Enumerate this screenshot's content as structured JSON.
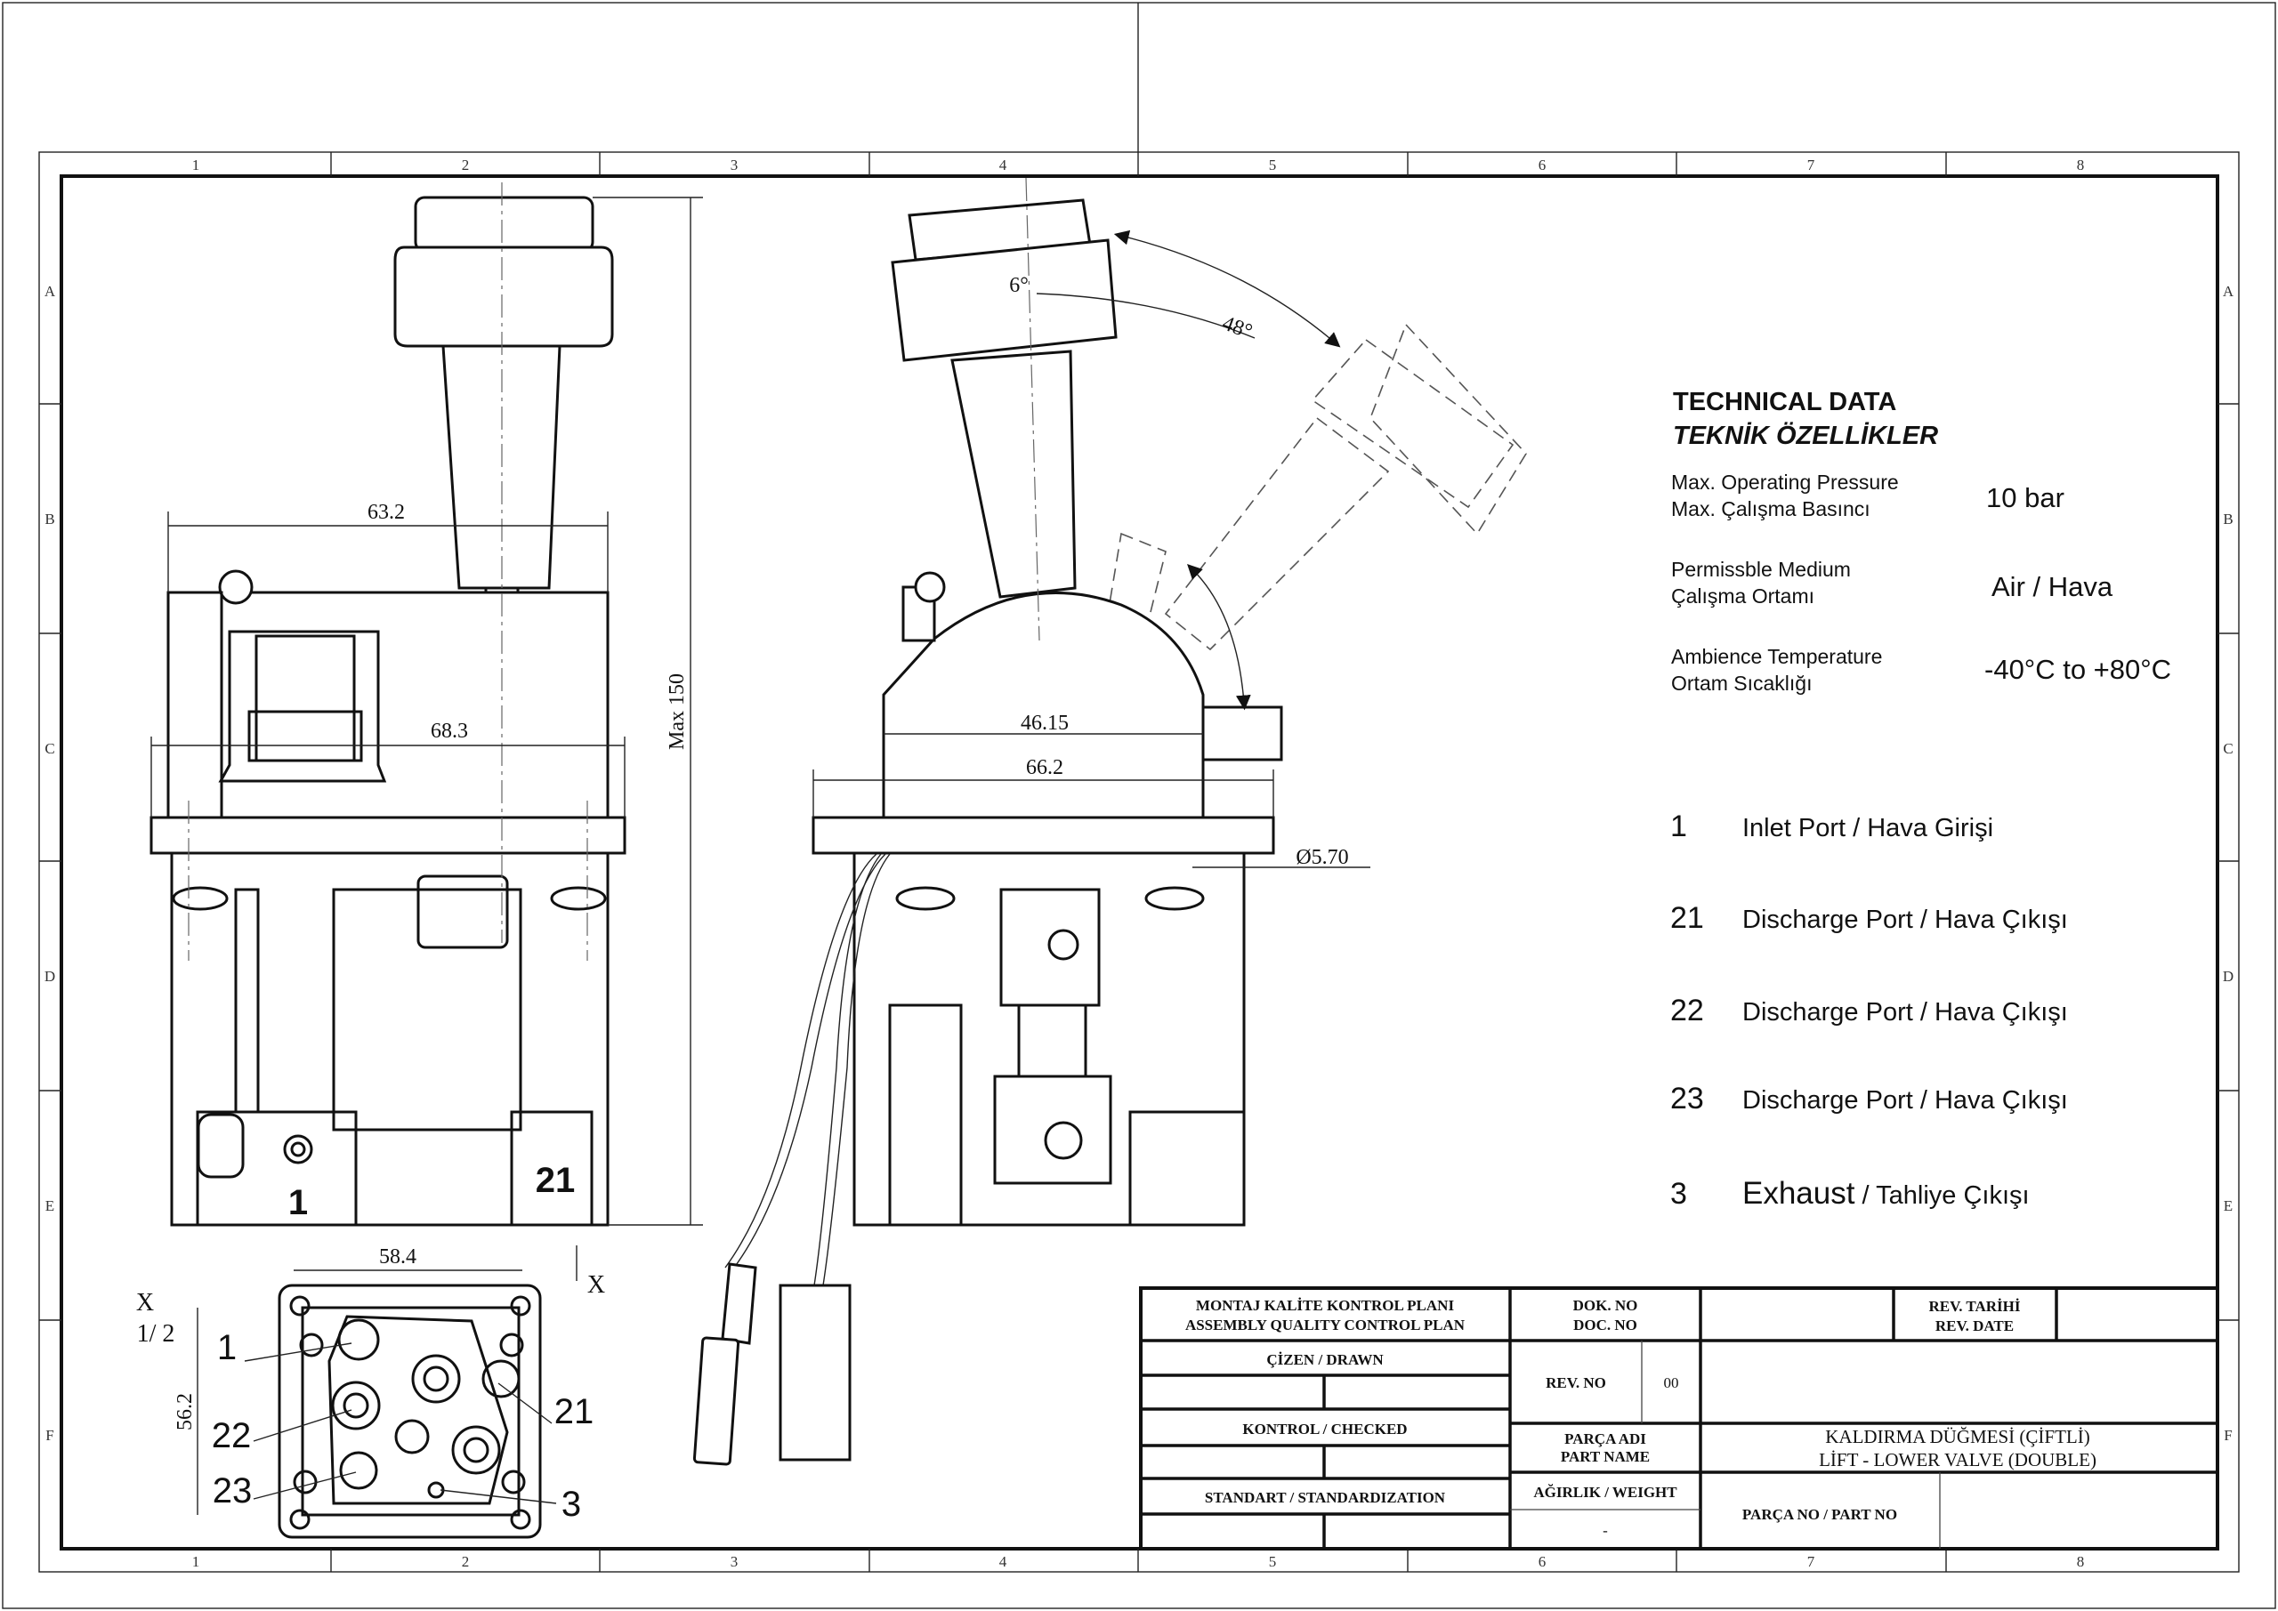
{
  "grid": {
    "columns": [
      "1",
      "2",
      "3",
      "4",
      "5",
      "6",
      "7",
      "8"
    ],
    "rows": [
      "A",
      "B",
      "C",
      "D",
      "E",
      "F"
    ]
  },
  "technical_data": {
    "title_en": "TECHNICAL DATA",
    "title_tr": "TEKNİK ÖZELLİKLER",
    "specs": [
      {
        "label_en": "Max. Operating Pressure",
        "label_tr": "Max. Çalışma Basıncı",
        "value": "10  bar"
      },
      {
        "label_en": "Permissble Medium",
        "label_tr": "Çalışma Ortamı",
        "value": "Air / Hava"
      },
      {
        "label_en": "Ambience Temperature",
        "label_tr": "Ortam Sıcaklığı",
        "value": "-40°C to +80°C"
      }
    ]
  },
  "ports": [
    {
      "number": "1",
      "label": "Inlet Port / Hava Girişi"
    },
    {
      "number": "21",
      "label": "Discharge Port / Hava Çıkışı"
    },
    {
      "number": "22",
      "label": "Discharge Port / Hava Çıkışı"
    },
    {
      "number": "23",
      "label": "Discharge Port / Hava Çıkışı"
    },
    {
      "number": "3",
      "label_main": "Exhaust",
      "label_rest": " / Tahliye Çıkışı"
    }
  ],
  "dimensions": {
    "front_width_top": "63.2",
    "front_width_flange": "68.3",
    "max_height": "Max 150",
    "side_body_width": "46.15",
    "side_flange_width": "66.2",
    "hole_diameter": "Ø5.70",
    "tilt_angle": "6°",
    "swing_angle": "48°",
    "bottom_width": "58.4",
    "bottom_height": "56.2"
  },
  "view_labels": {
    "front_port_left": "1",
    "front_port_right": "21",
    "section_x_left": "X",
    "scale": "1/ 2",
    "section_x_right": "X",
    "bottom_ports": [
      "1",
      "21",
      "22",
      "23",
      "3"
    ]
  },
  "title_block": {
    "plan_tr": "MONTAJ KALİTE KONTROL PLANI",
    "plan_en": "ASSEMBLY QUALITY CONTROL PLAN",
    "doc_no_tr": "DOK. NO",
    "doc_no_en": "DOC. NO",
    "rev_date_tr": "REV. TARİHİ",
    "rev_date_en": "REV. DATE",
    "drawn": "ÇİZEN / DRAWN",
    "rev_no_label": "REV. NO",
    "rev_no_value": "00",
    "checked": "KONTROL / CHECKED",
    "part_name_tr": "PARÇA ADI",
    "part_name_en": "PART NAME",
    "part_name_value_tr": "KALDIRMA DÜĞMESİ (ÇİFTLİ)",
    "part_name_value_en": "LİFT - LOWER VALVE (DOUBLE)",
    "standardization": "STANDART / STANDARDIZATION",
    "weight_label": "AĞIRLIK / WEIGHT",
    "weight_value": "-",
    "part_no_label": "PARÇA NO / PART NO"
  }
}
